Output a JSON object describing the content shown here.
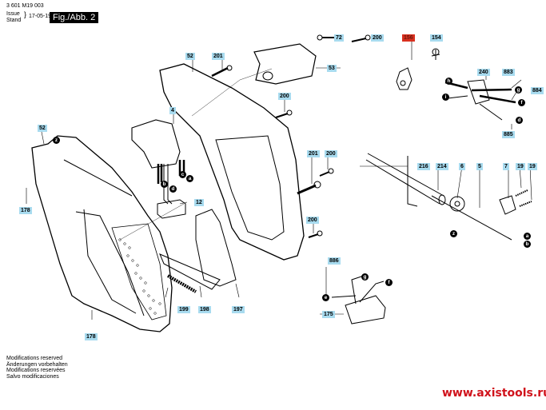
{
  "header": {
    "doc_number": "3 601 M19 003",
    "issue_label": "Issue",
    "stand_label": "Stand",
    "date": "17-05-19",
    "figure": "Fig./Abb. 2"
  },
  "part_labels": {
    "l52a": "52",
    "l201a": "201",
    "l72": "72",
    "l200a": "200",
    "l53": "53",
    "l156": "156",
    "l154": "154",
    "l240": "240",
    "l883": "883",
    "l884": "884",
    "l885": "885",
    "l4": "4",
    "l200b": "200",
    "l201b": "201",
    "l200c": "200",
    "l200d": "200",
    "l12": "12",
    "l52b": "52",
    "l178a": "178",
    "l178b": "178",
    "l199": "199",
    "l198": "198",
    "l197": "197",
    "l216": "216",
    "l214": "214",
    "l6": "6",
    "l5": "5",
    "l7": "7",
    "l19a": "19",
    "l19b": "19",
    "l886": "886",
    "l175": "175"
  },
  "wire_markers": {
    "a": "a",
    "b": "b",
    "c": "c",
    "d": "d",
    "e": "e",
    "f": "f",
    "g": "g",
    "h": "h",
    "i": "i",
    "z": "z"
  },
  "footer": {
    "lines": [
      "Modifications reserved",
      "Änderungen vorbehalten",
      "Modifications reservées",
      "Salvo modificaciones"
    ],
    "url": "www.axistools.ru"
  },
  "colors": {
    "label_bg": "#a8dbef",
    "highlight_label_bg": "#d9301f",
    "url_color": "#d0121b"
  }
}
